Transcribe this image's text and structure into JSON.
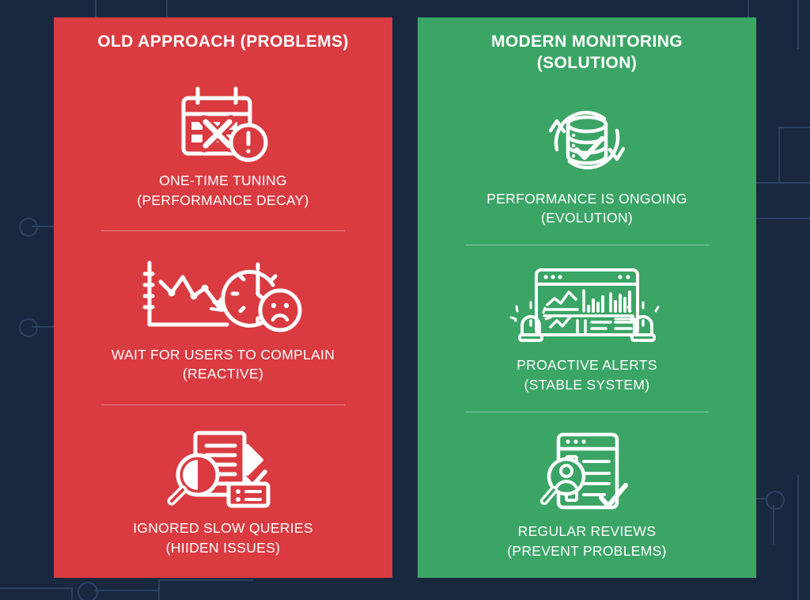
{
  "theme": {
    "background": "#17283f",
    "circuit_line": "#2c4160",
    "red_panel": "#d93b41",
    "green_panel": "#3ba566",
    "text": "#ffffff"
  },
  "panels": [
    {
      "id": "old-approach",
      "title": "OLD APPROACH (PROBLEMS)",
      "accent": "#d93b41",
      "items": [
        {
          "icon": "calendar-x-warning-icon",
          "headline": "ONE-TIME TUNING",
          "subline": "(PERFORMANCE DECAY)"
        },
        {
          "icon": "declining-chart-clock-sad-face-icon",
          "headline": "WAIT FOR USERS TO COMPLAIN",
          "subline": "(REACTIVE)"
        },
        {
          "icon": "document-magnifier-checklist-icon",
          "headline": "IGNORED SLOW QUERIES",
          "subline": "(HIIDEN ISSUES)"
        }
      ]
    },
    {
      "id": "modern-monitoring",
      "title": "MODERN MONITORING (SOLUTION)",
      "title_line1": "MODERN MONITORING",
      "title_line2": "(SOLUTION)",
      "accent": "#3ba566",
      "items": [
        {
          "icon": "database-refresh-check-icon",
          "headline": "PERFORMANCE IS ONGOING",
          "subline": "(EVOLUTION)"
        },
        {
          "icon": "dashboard-alarm-lights-icon",
          "headline": "PROACTIVE ALERTS",
          "subline": "(STABLE SYSTEM)"
        },
        {
          "icon": "report-person-magnifier-check-icon",
          "headline": "REGULAR REVIEWS",
          "subline": "(PREVENT PROBLEMS)"
        }
      ]
    }
  ]
}
